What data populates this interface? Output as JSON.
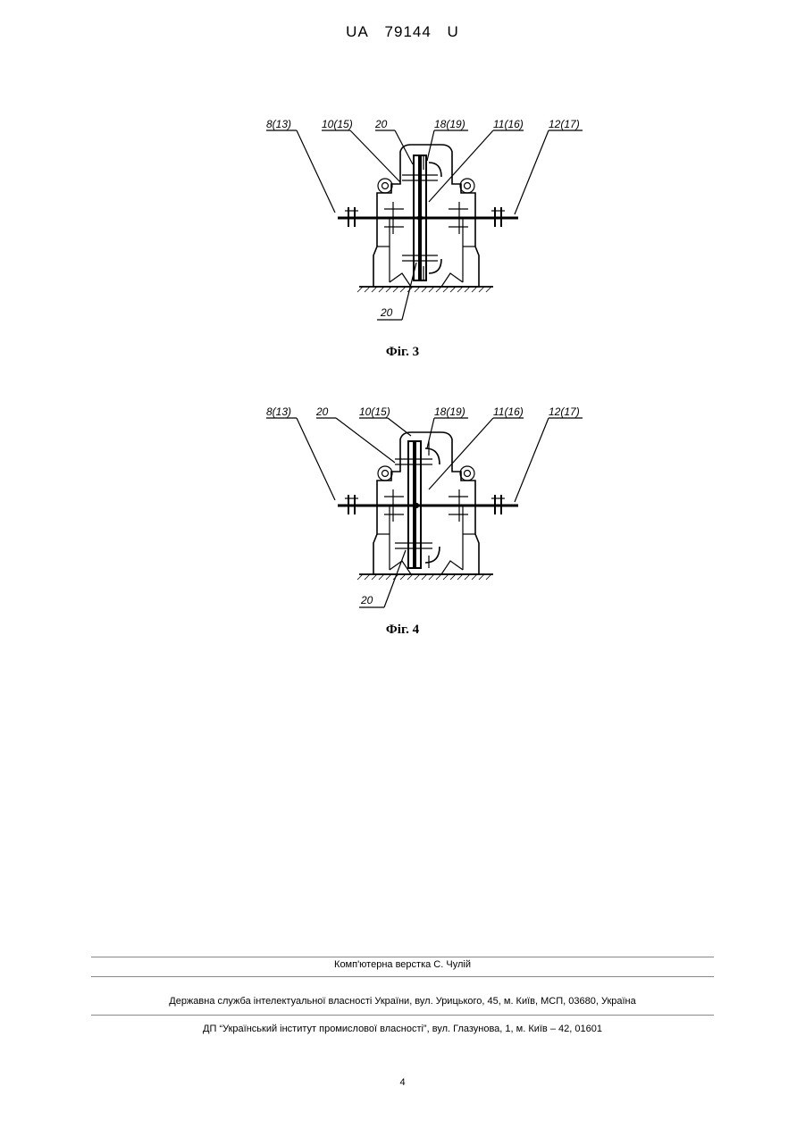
{
  "header": {
    "country": "UA",
    "number": "79144",
    "kind": "U"
  },
  "figures": [
    {
      "caption": "Фіг. 3",
      "labels": {
        "a": "8(13)",
        "b": "10(15)",
        "c": "20",
        "d": "18(19)",
        "e": "11(16)",
        "f": "12(17)",
        "g": "20"
      }
    },
    {
      "caption": "Фіг. 4",
      "labels": {
        "a": "8(13)",
        "b": "20",
        "c": "10(15)",
        "d": "18(19)",
        "e": "11(16)",
        "f": "12(17)",
        "g": "20"
      }
    }
  ],
  "footer": {
    "typesetting": "Комп'ютерна верстка С. Чулій",
    "agency": "Державна служба інтелектуальної власності України, вул. Урицького, 45, м. Київ, МСП, 03680, Україна",
    "institute": "ДП “Український інститут промислової власності”, вул. Глазунова, 1, м. Київ – 42, 01601"
  },
  "page_number": "4"
}
